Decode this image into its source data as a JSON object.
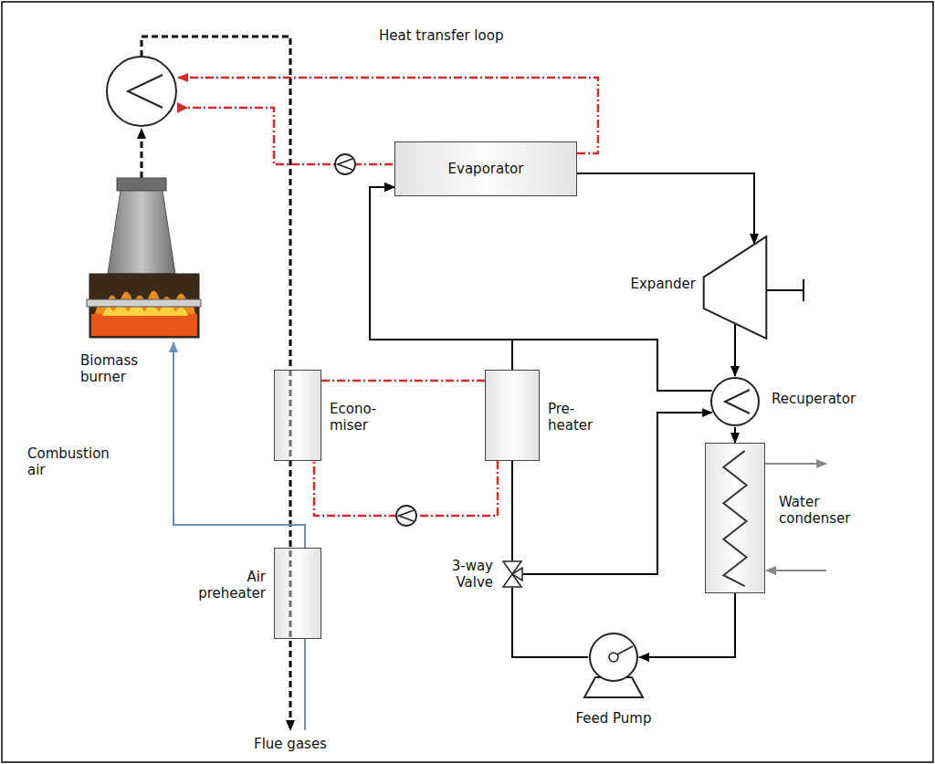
{
  "diagram": {
    "nodes": [
      {
        "text": [
          "Evaporator"
        ]
      },
      {
        "text": [
          "Expander"
        ]
      },
      {
        "text": [
          "Recuperator"
        ]
      },
      {
        "text": [
          "Water condenser"
        ]
      },
      {
        "text": [
          "Feed Pump"
        ]
      },
      {
        "text": [
          "3-way Valve"
        ]
      },
      {
        "text": [
          "Pre- heater"
        ]
      },
      {
        "text": [
          "Econo- miser"
        ]
      },
      {
        "text": [
          "Air preheater"
        ]
      },
      {
        "text": [
          "Biomass burner"
        ]
      }
    ],
    "edges": [
      {
        "from": 0,
        "to": 1,
        "arrow": "to"
      },
      {
        "from": 1,
        "to": 2,
        "arrow": "to"
      },
      {
        "from": 2,
        "to": 3,
        "arrow": "to"
      },
      {
        "from": 3,
        "to": 4,
        "arrow": "to"
      },
      {
        "from": 4,
        "to": 5,
        "arrow": "none"
      },
      {
        "from": 5,
        "to": 6,
        "arrow": "none"
      },
      {
        "from": 5,
        "to": 2,
        "arrow": "to"
      },
      {
        "from": 2,
        "to": 0,
        "arrow": "to"
      },
      {
        "from": 6,
        "to": 0,
        "arrow": "to"
      },
      {
        "from": 7,
        "to": 6,
        "arrow": "none"
      },
      {
        "from": 6,
        "to": 7,
        "arrow": "none"
      },
      {
        "from": 8,
        "to": 9,
        "arrow": "to"
      }
    ],
    "labels": [
      "Heat transfer loop",
      "Combustion air",
      "Flue gases"
    ]
  }
}
